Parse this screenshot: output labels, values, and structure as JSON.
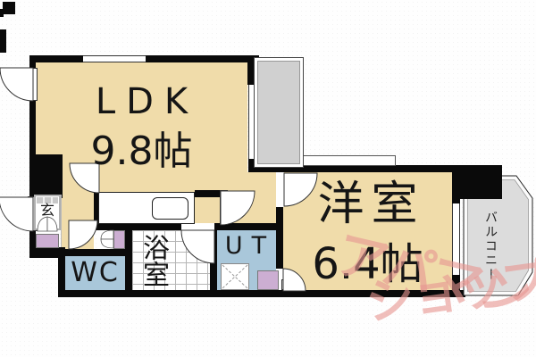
{
  "plan_title": "apartment-floor-plan",
  "rooms": {
    "ldk": {
      "label": "LDK",
      "area": "9.8帖"
    },
    "western": {
      "label": "洋室",
      "area": "6.4帖"
    },
    "bath": {
      "label": "浴室"
    },
    "wc": {
      "label": "WC"
    },
    "ut": {
      "label": "UT"
    },
    "entrance": {
      "label": "玄"
    },
    "balcony": {
      "label": "バルコニー"
    }
  },
  "watermark": {
    "line1": "アパマン",
    "line2": "ショップ"
  },
  "colors": {
    "floor_beige": "#f0dcaa",
    "wet_room_blue": "#a9c7da",
    "storage_purple": "#ccaed2",
    "balcony_gray": "#dcdcdc",
    "wall_black": "#0a0a0a",
    "watermark_pink": "#e79692"
  },
  "icons": {
    "door_swing": "quarter-circle-arc",
    "folding_door": "double-fan",
    "washer_pan": "x-in-square",
    "kitchen_sink": "rounded-rectangle"
  }
}
